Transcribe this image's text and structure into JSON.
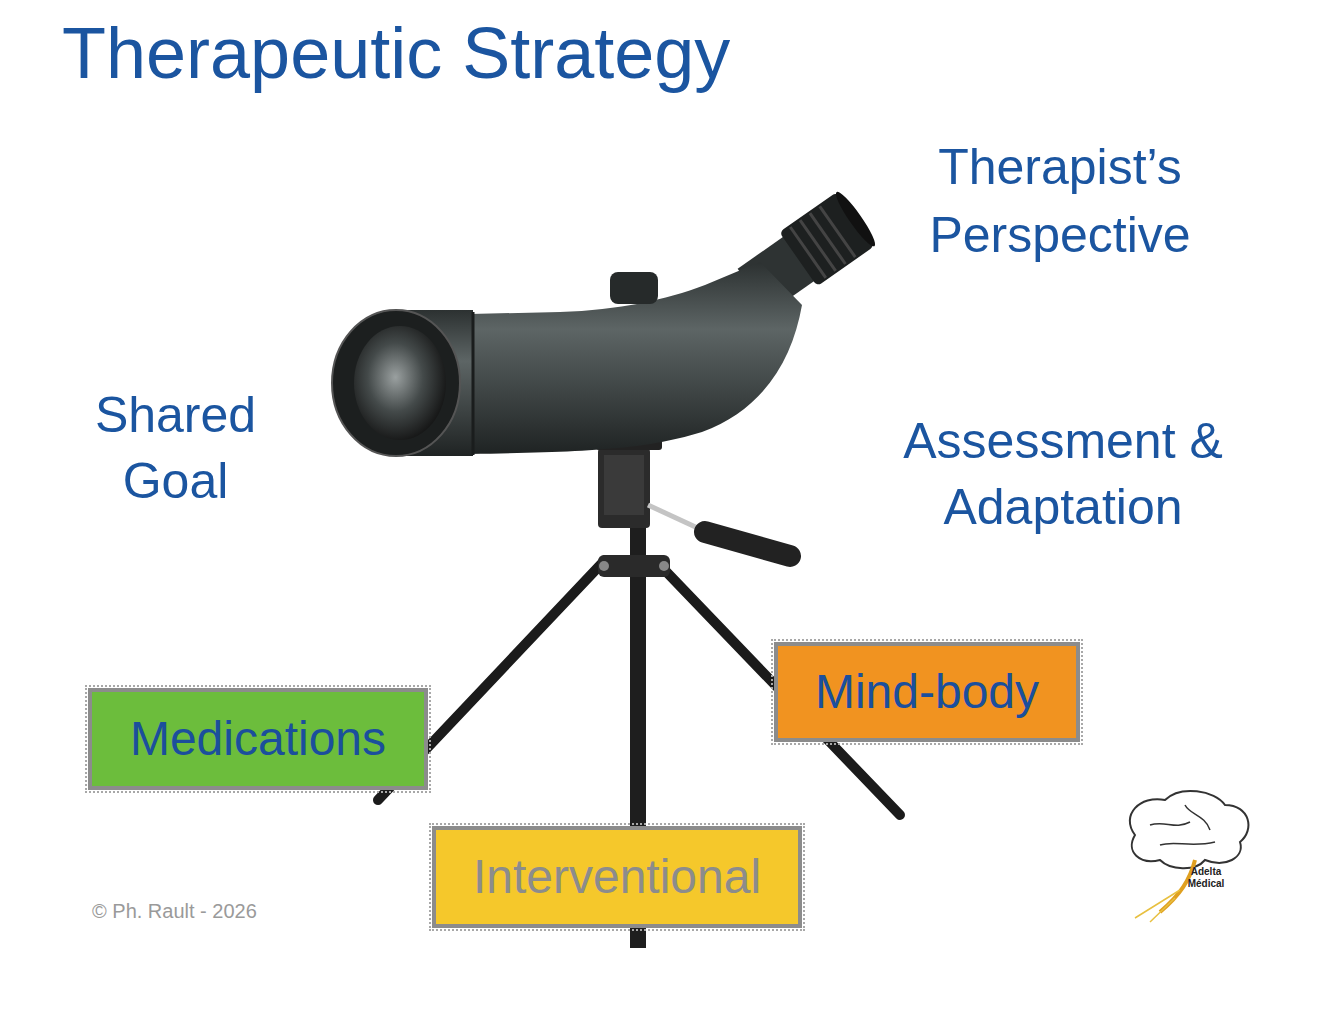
{
  "diagram": {
    "title": "Therapeutic Strategy",
    "nodes": [
      {
        "text": [
          "Mind-body"
        ]
      },
      {
        "text": [
          "Medications"
        ]
      },
      {
        "text": [
          "Interventional"
        ]
      }
    ],
    "labels": [
      "Therapist’s Perspective",
      "Shared Goal",
      "Assessment & Adaptation",
      "© Ph. Rault - 2026",
      "Adelta Médical"
    ]
  }
}
